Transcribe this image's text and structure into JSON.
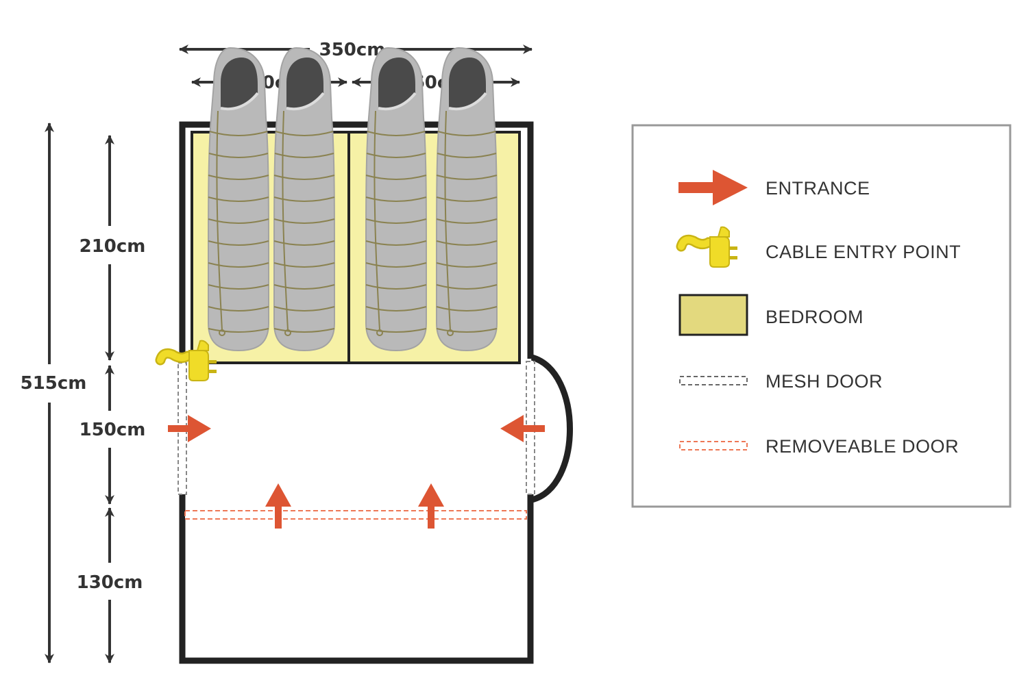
{
  "dimensions": {
    "total_width": "350cm",
    "bedroom_left_width": "160cm",
    "bedroom_right_width": "160cm",
    "total_length": "515cm",
    "bedroom_length": "210cm",
    "living_length": "150cm",
    "porch_length": "130cm"
  },
  "legend": {
    "entrance": "ENTRANCE",
    "cable_entry": "CABLE ENTRY POINT",
    "bedroom": "BEDROOM",
    "mesh_door": "MESH DOOR",
    "removeable_door": "REMOVEABLE DOOR"
  },
  "colors": {
    "wall": "#222222",
    "bedroom_fill": "#f6f1a6",
    "legend_bedroom_fill": "#e3d97e",
    "entrance_arrow": "#dd5533",
    "cable_plug": "#e8d320",
    "sleeping_bag": "#b9b9b9",
    "mesh_door": "#888888",
    "removeable_door": "#ee7755",
    "legend_border": "#999999"
  },
  "icons": {
    "entrance": "arrow-right-icon",
    "cable_entry": "plug-icon",
    "sleeping_bag": "sleeping-bag-icon"
  }
}
